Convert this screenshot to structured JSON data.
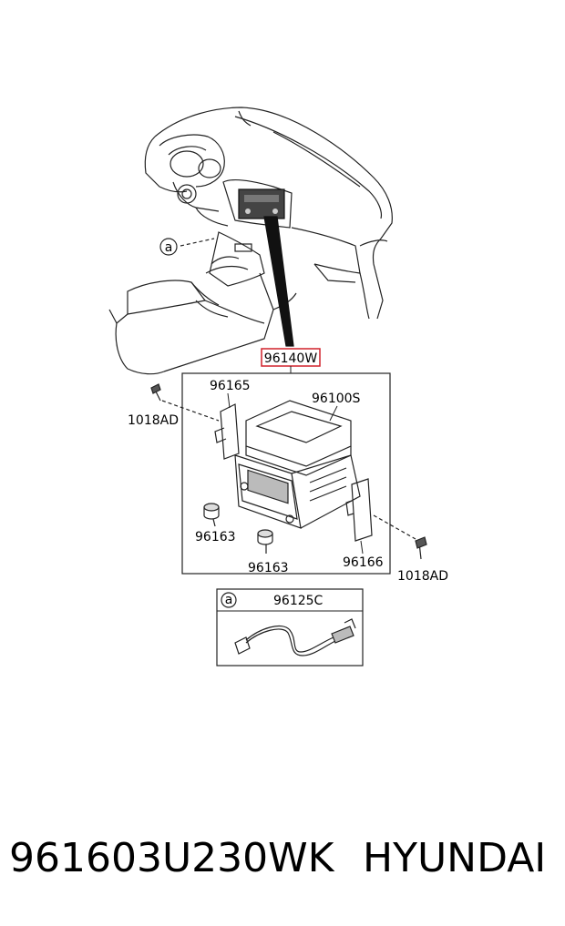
{
  "diagram": {
    "callouts": {
      "assembly": "96140W",
      "bracket_left": "96165",
      "head_unit": "96100S",
      "screw_left": "1018AD",
      "knob_left": "96163",
      "knob_right": "96163",
      "bracket_right": "96166",
      "screw_right": "1018AD",
      "cable": "96125C",
      "ref_marker": "a",
      "ref_marker_box": "a"
    },
    "colors": {
      "highlight": "#d0202a",
      "line": "#222222"
    }
  },
  "footer": {
    "part_number": "961603U230WK",
    "brand": "HYUNDAI"
  }
}
